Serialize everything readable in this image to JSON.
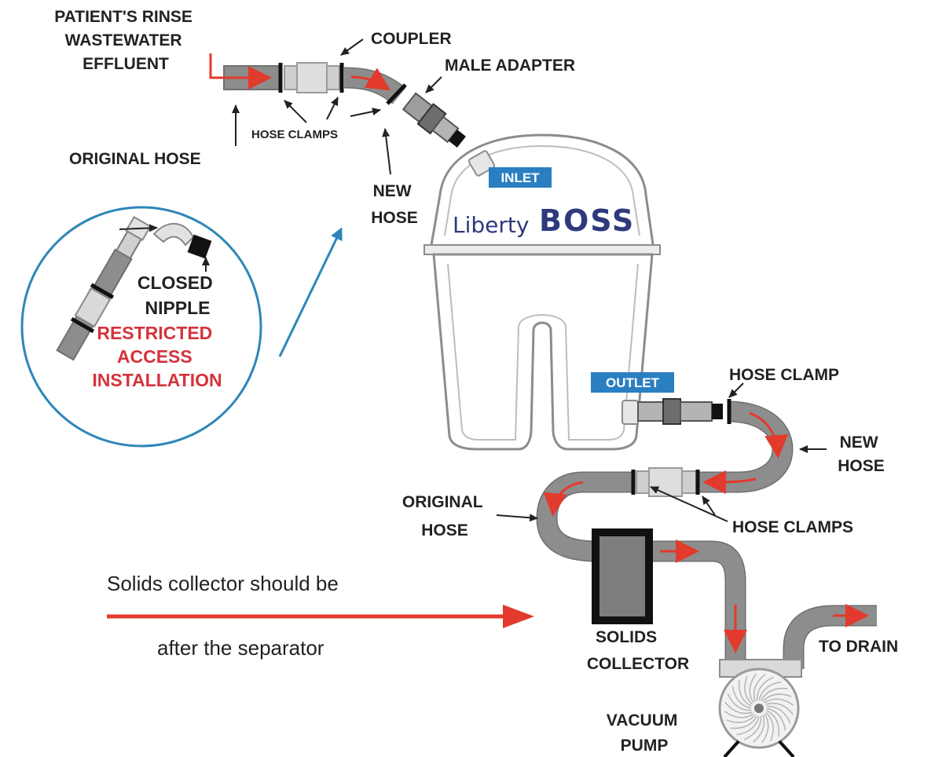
{
  "labels": {
    "rinse_line1": "PATIENT'S RINSE",
    "rinse_line2": "WASTEWATER",
    "rinse_line3": "EFFLUENT",
    "coupler": "COUPLER",
    "male_adapter": "MALE ADAPTER",
    "hose_clamps_top": "HOSE CLAMPS",
    "original_hose_top": "ORIGINAL HOSE",
    "new_hose_top_line1": "NEW",
    "new_hose_top_line2": "HOSE",
    "inlet": "INLET",
    "brand_light": "Liberty",
    "brand_bold": "BOSS",
    "closed_nipple_line1": "CLOSED",
    "closed_nipple_line2": "NIPPLE",
    "restricted_line1": "RESTRICTED",
    "restricted_line2": "ACCESS",
    "restricted_line3": "INSTALLATION",
    "outlet": "OUTLET",
    "hose_clamp_right": "HOSE CLAMP",
    "new_hose_right_line1": "NEW",
    "new_hose_right_line2": "HOSE",
    "original_hose_mid_line1": "ORIGINAL",
    "original_hose_mid_line2": "HOSE",
    "hose_clamps_mid": "HOSE CLAMPS",
    "note_line1": "Solids collector should be",
    "note_line2": "after the separator",
    "solids_line1": "SOLIDS",
    "solids_line2": "COLLECTOR",
    "to_drain": "TO DRAIN",
    "vacuum_line1": "VACUUM",
    "vacuum_line2": "PUMP"
  },
  "colors": {
    "flow_arrow": "#e23a2c",
    "restricted_text": "#d6323c",
    "tag_fill": "#2a7fc1",
    "brand": "#2e3a7c",
    "detail_circle": "#2e86b8"
  }
}
